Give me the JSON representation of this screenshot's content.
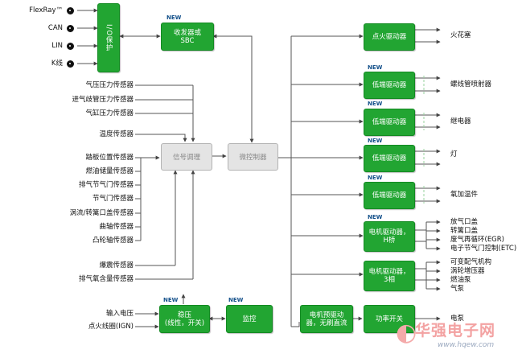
{
  "interfaces": [
    "FlexRay™",
    "CAN",
    "LIN",
    "K线"
  ],
  "io_block": "I/O保护",
  "transceiver": {
    "label": "收发器或\nSBC",
    "badge": "NEW"
  },
  "sensors_a": [
    "气压压力传感器",
    "进气歧管压力传感器",
    "气缸压力传感器"
  ],
  "temp_sensor": "温度传感器",
  "sensors_b": [
    "踏板位置传感器",
    "燃油储量传感器",
    "排气节气门传感器",
    "节气门传感器",
    "涡流/转篱口盖传感器",
    "曲轴传感器",
    "凸轮轴传感器"
  ],
  "sensors_c": [
    "爆震传感器",
    "排气氧含量传感器"
  ],
  "signal_conditioning": "信号调理",
  "mcu": "微控制器",
  "ignition_driver": {
    "label": "点火驱动器",
    "output": "火花塞"
  },
  "lowside_drivers": [
    {
      "label": "低端驱动器",
      "badge": "NEW",
      "output": "螺线管喷射器"
    },
    {
      "label": "低端驱动器",
      "badge": "NEW",
      "output": "继电器"
    },
    {
      "label": "低端驱动器",
      "badge": "NEW",
      "output": "灯"
    },
    {
      "label": "低端驱动器",
      "badge": "NEW",
      "output": "氧加温件"
    }
  ],
  "hbridge": {
    "label": "电机驱动器，\nH桥",
    "badge": "NEW",
    "outputs": [
      "放气口盖",
      "转篱口盖",
      "废气再循环(EGR)",
      "电子节气门控制(ETC)"
    ]
  },
  "threephase": {
    "label": "电机驱动器，\n3相",
    "outputs": [
      "可变配气机构",
      "涡轮增压器",
      "燃油泵",
      "气泵"
    ]
  },
  "power_inputs": [
    "输入电压",
    "点火线圈(IGN)"
  ],
  "regulator": {
    "label": "稳压\n(线性，开关)",
    "badge": "NEW"
  },
  "supervisor": {
    "label": "监控",
    "badge": "NEW"
  },
  "predriver": {
    "label": "电机预驱动\n器，无刷直流"
  },
  "power_switch": {
    "label": "功率开关",
    "output": "电泵"
  },
  "watermark": {
    "cn": "华强电子网",
    "url": "www.hqew.com"
  },
  "colors": {
    "green": "#22a532",
    "gray": "#e4e4e4",
    "new": "#13508a"
  }
}
